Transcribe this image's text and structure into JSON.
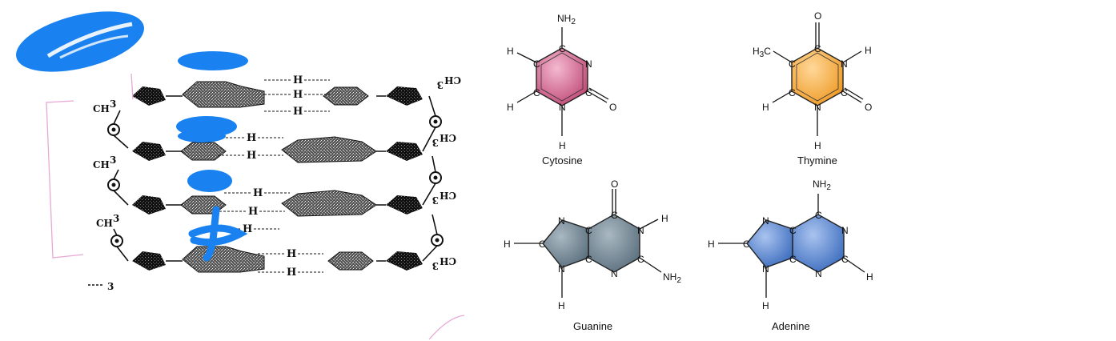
{
  "diagram": {
    "stack": {
      "hbond_label": "H",
      "left_label": "CH",
      "left_sub": "3",
      "right_label": "CH",
      "right_sub": "3",
      "bottom_left_mark": "3"
    },
    "bases": {
      "cytosine": {
        "name": "Cytosine",
        "top": "NH",
        "top_sub": "2",
        "left_top": "H",
        "left_bottom": "H",
        "bottom": "H",
        "ring_n": "N",
        "ring_c": "C",
        "right_o": "O",
        "color": "#c9577f"
      },
      "thymine": {
        "name": "Thymine",
        "top_o": "O",
        "methyl": "H",
        "methyl_sub": "3",
        "methyl_c": "C",
        "right_h": "H",
        "left_bottom": "H",
        "bottom": "H",
        "ring_n": "N",
        "ring_c": "C",
        "right_o": "O",
        "color": "#f0a53a"
      },
      "guanine": {
        "name": "Guanine",
        "top_o": "O",
        "left_h": "H",
        "right_h": "H",
        "bottom_h": "H",
        "nh": "NH",
        "nh_sub": "2",
        "ring_n": "N",
        "ring_c": "C",
        "color": "#6e8290"
      },
      "adenine": {
        "name": "Adenine",
        "top": "NH",
        "top_sub": "2",
        "left_h": "H",
        "right_h": "H",
        "bottom_h": "H",
        "ring_n": "N",
        "ring_c": "C",
        "color": "#4f7fc7"
      }
    },
    "colors": {
      "highlight_blue": "#1a82f0",
      "annotation_pink": "#e7a9d4"
    }
  }
}
